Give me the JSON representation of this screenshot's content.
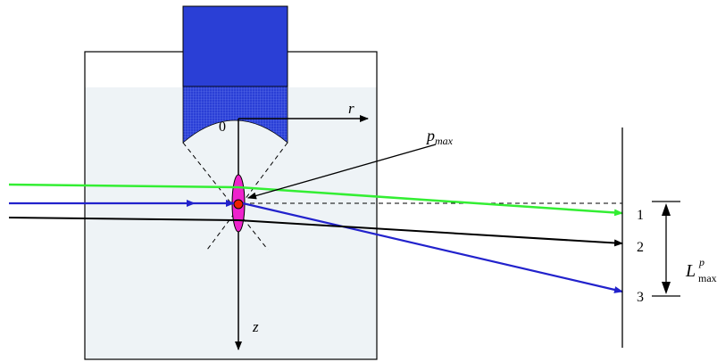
{
  "labels": {
    "origin": "0",
    "r_axis": "r",
    "z_axis": "z",
    "p_max_main": "p",
    "p_max_sub": "max",
    "screen_1": "1",
    "screen_2": "2",
    "screen_3": "3",
    "L_main": "L",
    "L_sup": "p",
    "L_sub": "max"
  },
  "colors": {
    "green_ray": "#33ee33",
    "blue_ray": "#2222cc",
    "black_ray": "#000000",
    "objective": "#2a3fd6",
    "focus_ellipse": "#ee22cc",
    "focus_point": "#ee2200",
    "water": "#eef3f6"
  }
}
